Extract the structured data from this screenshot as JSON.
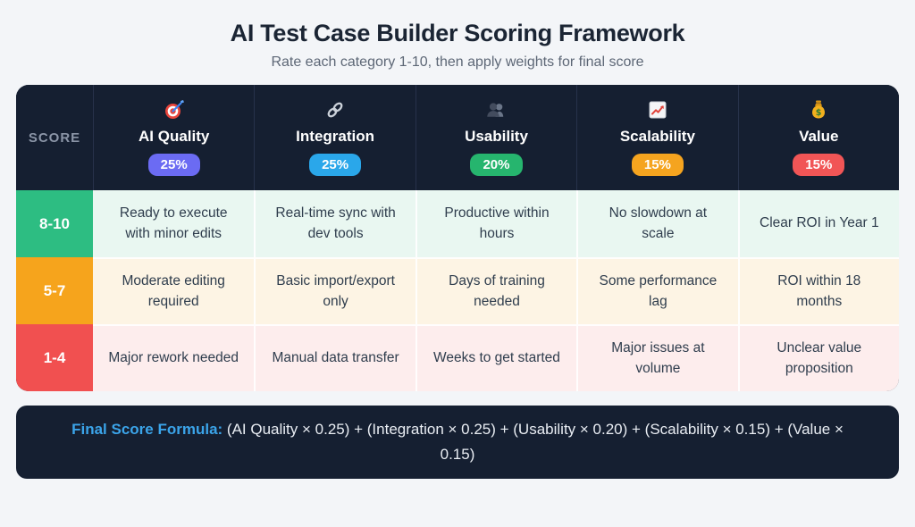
{
  "page": {
    "title": "AI Test Case Builder Scoring Framework",
    "subtitle": "Rate each category 1-10, then apply weights for final score"
  },
  "table": {
    "score_header": "SCORE",
    "columns": [
      {
        "label": "AI Quality",
        "weight": "25%",
        "icon": "target-icon",
        "badge_color": "#6b6bf3"
      },
      {
        "label": "Integration",
        "weight": "25%",
        "icon": "link-icon",
        "badge_color": "#2aa7ea"
      },
      {
        "label": "Usability",
        "weight": "20%",
        "icon": "users-icon",
        "badge_color": "#26b56e"
      },
      {
        "label": "Scalability",
        "weight": "15%",
        "icon": "chart-increasing-icon",
        "badge_color": "#f5a41f"
      },
      {
        "label": "Value",
        "weight": "15%",
        "icon": "money-bag-icon",
        "badge_color": "#f15556"
      }
    ],
    "rows": [
      {
        "score": "8-10",
        "score_color": "#2dbd82",
        "row_bg": "#e9f7f1",
        "cells": [
          "Ready to execute with minor edits",
          "Real-time sync with dev tools",
          "Productive within hours",
          "No slowdown at scale",
          "Clear ROI in Year 1"
        ]
      },
      {
        "score": "5-7",
        "score_color": "#f6a41c",
        "row_bg": "#fdf4e4",
        "cells": [
          "Moderate editing required",
          "Basic import/export only",
          "Days of training needed",
          "Some performance lag",
          "ROI within 18 months"
        ]
      },
      {
        "score": "1-4",
        "score_color": "#f15050",
        "row_bg": "#fdeded",
        "cells": [
          "Major rework needed",
          "Manual data transfer",
          "Weeks to get started",
          "Major issues at volume",
          "Unclear value proposition"
        ]
      }
    ]
  },
  "formula": {
    "label": "Final Score Formula:",
    "text": "(AI Quality × 0.25) + (Integration × 0.25) + (Usability × 0.20) + (Scalability × 0.15) + (Value × 0.15)",
    "accent_color": "#3ba4e9"
  },
  "chart_data": {
    "type": "table",
    "title": "AI Test Case Builder Scoring Framework",
    "subtitle": "Rate each category 1-10, then apply weights for final score",
    "columns": [
      "SCORE",
      "AI Quality",
      "Integration",
      "Usability",
      "Scalability",
      "Value"
    ],
    "weights": {
      "AI Quality": 0.25,
      "Integration": 0.25,
      "Usability": 0.2,
      "Scalability": 0.15,
      "Value": 0.15
    },
    "rows": [
      [
        "8-10",
        "Ready to execute with minor edits",
        "Real-time sync with dev tools",
        "Productive within hours",
        "No slowdown at scale",
        "Clear ROI in Year 1"
      ],
      [
        "5-7",
        "Moderate editing required",
        "Basic import/export only",
        "Days of training needed",
        "Some performance lag",
        "ROI within 18 months"
      ],
      [
        "1-4",
        "Major rework needed",
        "Manual data transfer",
        "Weeks to get started",
        "Major issues at volume",
        "Unclear value proposition"
      ]
    ],
    "formula": "Final Score = (AI Quality × 0.25) + (Integration × 0.25) + (Usability × 0.20) + (Scalability × 0.15) + (Value × 0.15)"
  }
}
